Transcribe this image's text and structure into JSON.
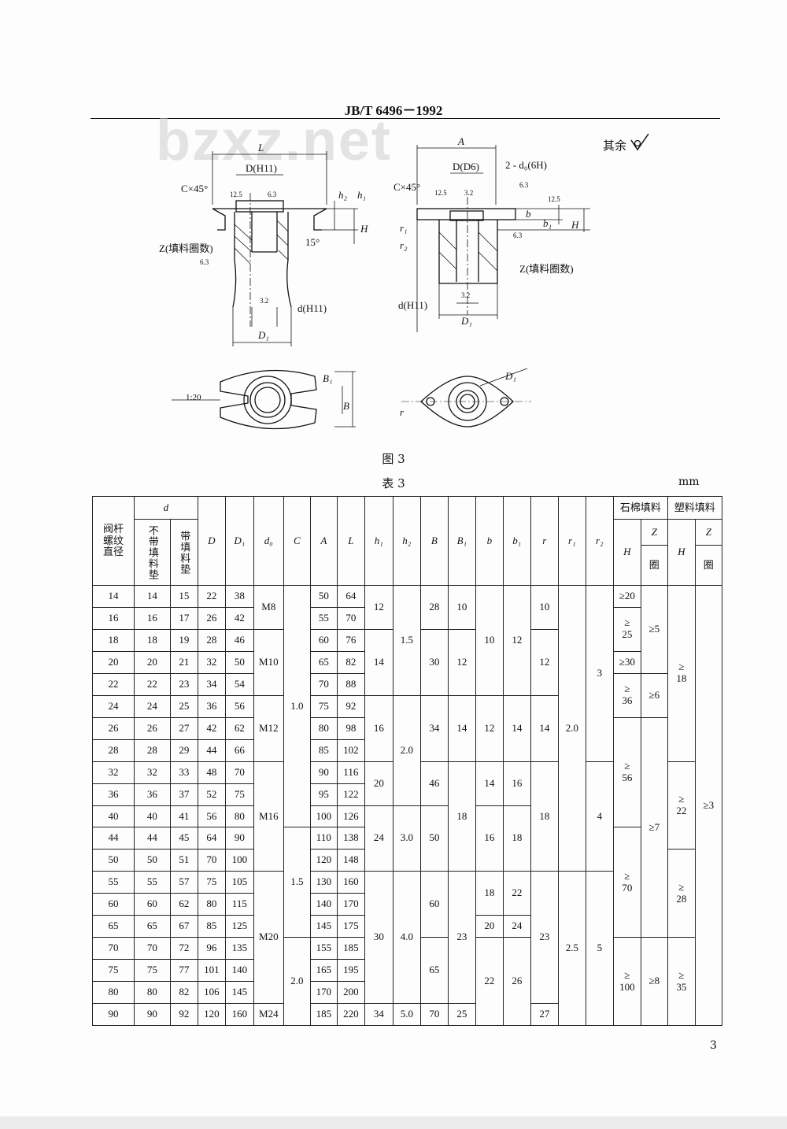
{
  "header": {
    "standard": "JB/T  6496－1992"
  },
  "watermark": "bzxz.net",
  "figure": {
    "surface_note": "其余",
    "caption": "图 3",
    "ratio": "1:20",
    "left_labels": {
      "L": "L",
      "D": "D(H11)",
      "chamfer": "C×45°",
      "ra125": "12.5",
      "ra63": "6.3",
      "h2": "h₂",
      "h1": "h₁",
      "H": "H",
      "angle": "15°",
      "Z": "Z(填料圈数)",
      "ra63b": "6.3",
      "ra32": "3.2",
      "d": "d(H11)",
      "D1": "D₁",
      "B1": "B₁",
      "B": "B"
    },
    "right_labels": {
      "A": "A",
      "D": "D(D6)",
      "d0": "2 - d₀(6H)",
      "ra63": "6.3",
      "chamfer": "C×45°",
      "ra125": "12.5",
      "ra32": "3.2",
      "ra125b": "12.5",
      "b": "b",
      "b1": "b₁",
      "H": "H",
      "r1": "r₁",
      "r2": "r₂",
      "ra63b": "6.3",
      "Z": "Z(填料圈数)",
      "d": "d(H11)",
      "ra32b": "3.2",
      "D1": "D₁",
      "D1b": "D₁",
      "r": "r"
    }
  },
  "table": {
    "caption": "表 3",
    "unit": "mm",
    "headers": {
      "stem": "阀杆螺纹直径",
      "d": "d",
      "d_without": "不带填料垫",
      "d_with": "带填料垫",
      "D": "D",
      "D1": "D₁",
      "d0": "d₀",
      "C": "C",
      "A": "A",
      "L": "L",
      "h1": "h₁",
      "h2": "h₂",
      "B": "B",
      "B1": "B₁",
      "b": "b",
      "b1": "b₁",
      "r": "r",
      "r1": "r₁",
      "r2": "r₂",
      "asbestos": "石棉填料",
      "plastic": "塑料填料",
      "H": "H",
      "Z": "Z",
      "Z_unit": "圈"
    },
    "stem": [
      "14",
      "16",
      "18",
      "20",
      "22",
      "24",
      "26",
      "28",
      "32",
      "36",
      "40",
      "44",
      "50",
      "55",
      "60",
      "65",
      "70",
      "75",
      "80",
      "90"
    ],
    "d_without": [
      "14",
      "16",
      "18",
      "20",
      "22",
      "24",
      "26",
      "28",
      "32",
      "36",
      "40",
      "44",
      "50",
      "55",
      "60",
      "65",
      "70",
      "75",
      "80",
      "90"
    ],
    "d_with": [
      "15",
      "17",
      "19",
      "21",
      "23",
      "25",
      "27",
      "29",
      "33",
      "37",
      "41",
      "45",
      "51",
      "57",
      "62",
      "67",
      "72",
      "77",
      "82",
      "92"
    ],
    "D": [
      "22",
      "26",
      "28",
      "32",
      "34",
      "36",
      "42",
      "44",
      "48",
      "52",
      "56",
      "64",
      "70",
      "75",
      "80",
      "85",
      "96",
      "101",
      "106",
      "120"
    ],
    "D1": [
      "38",
      "42",
      "46",
      "50",
      "54",
      "56",
      "62",
      "66",
      "70",
      "75",
      "80",
      "90",
      "100",
      "105",
      "115",
      "125",
      "135",
      "140",
      "145",
      "160"
    ],
    "A": [
      "50",
      "55",
      "60",
      "65",
      "70",
      "75",
      "80",
      "85",
      "90",
      "95",
      "100",
      "110",
      "120",
      "130",
      "140",
      "145",
      "155",
      "165",
      "170",
      "185"
    ],
    "L": [
      "64",
      "70",
      "76",
      "82",
      "88",
      "92",
      "98",
      "102",
      "116",
      "122",
      "126",
      "138",
      "148",
      "160",
      "170",
      "175",
      "185",
      "195",
      "200",
      "220"
    ],
    "d0": {
      "r0": "M8",
      "r2": "M10",
      "r5": "M12",
      "r8": "M16",
      "r13": "M20",
      "r19": "M24"
    },
    "C": {
      "r0": "1.0",
      "r11": "1.5",
      "r16": "2.0"
    },
    "h1": {
      "r0": "12",
      "r2": "14",
      "r5": "16",
      "r8": "20",
      "r10": "24",
      "r13": "30",
      "r19": "34"
    },
    "h2": {
      "r0": "1.5",
      "r5": "2.0",
      "r10": "3.0",
      "r13": "4.0",
      "r19": "5.0"
    },
    "B": {
      "r0": "28",
      "r2": "30",
      "r5": "34",
      "r8": "46",
      "r10": "50",
      "r13": "60",
      "r16": "65",
      "r19": "70"
    },
    "B1": {
      "r0": "10",
      "r2": "12",
      "r5": "14",
      "r8": "18",
      "r13": "23",
      "r19": "25"
    },
    "b": {
      "r0": "10",
      "r5": "12",
      "r8": "14",
      "r10": "16",
      "r13": "18",
      "r15": "20",
      "r16": "22"
    },
    "b1": {
      "r0": "12",
      "r5": "14",
      "r8": "16",
      "r10": "18",
      "r13": "22",
      "r15": "24",
      "r16": "26"
    },
    "r": {
      "r0": "10",
      "r2": "12",
      "r5": "14",
      "r8": "18",
      "r13": "23",
      "r19": "27"
    },
    "r1": {
      "r0": "2.0",
      "r13": "2.5"
    },
    "r2": {
      "r0": "3",
      "r8": "4",
      "r13": "5"
    },
    "asb_H": {
      "r0": "≥20",
      "r1": "≥\n25",
      "r3": "≥30",
      "r4": "≥\n36",
      "r6": "≥\n56",
      "r11": "≥\n70",
      "r16": "≥\n100"
    },
    "asb_Z": {
      "r0": "≥5",
      "r4": "≥6",
      "r6": "≥7",
      "r16": "≥8"
    },
    "pl_H": {
      "r0": "≥\n18",
      "r8": "≥\n22",
      "r12": "≥\n28",
      "r16": "≥\n35"
    },
    "pl_Z": {
      "r0": "≥3"
    }
  },
  "page_number": "3"
}
